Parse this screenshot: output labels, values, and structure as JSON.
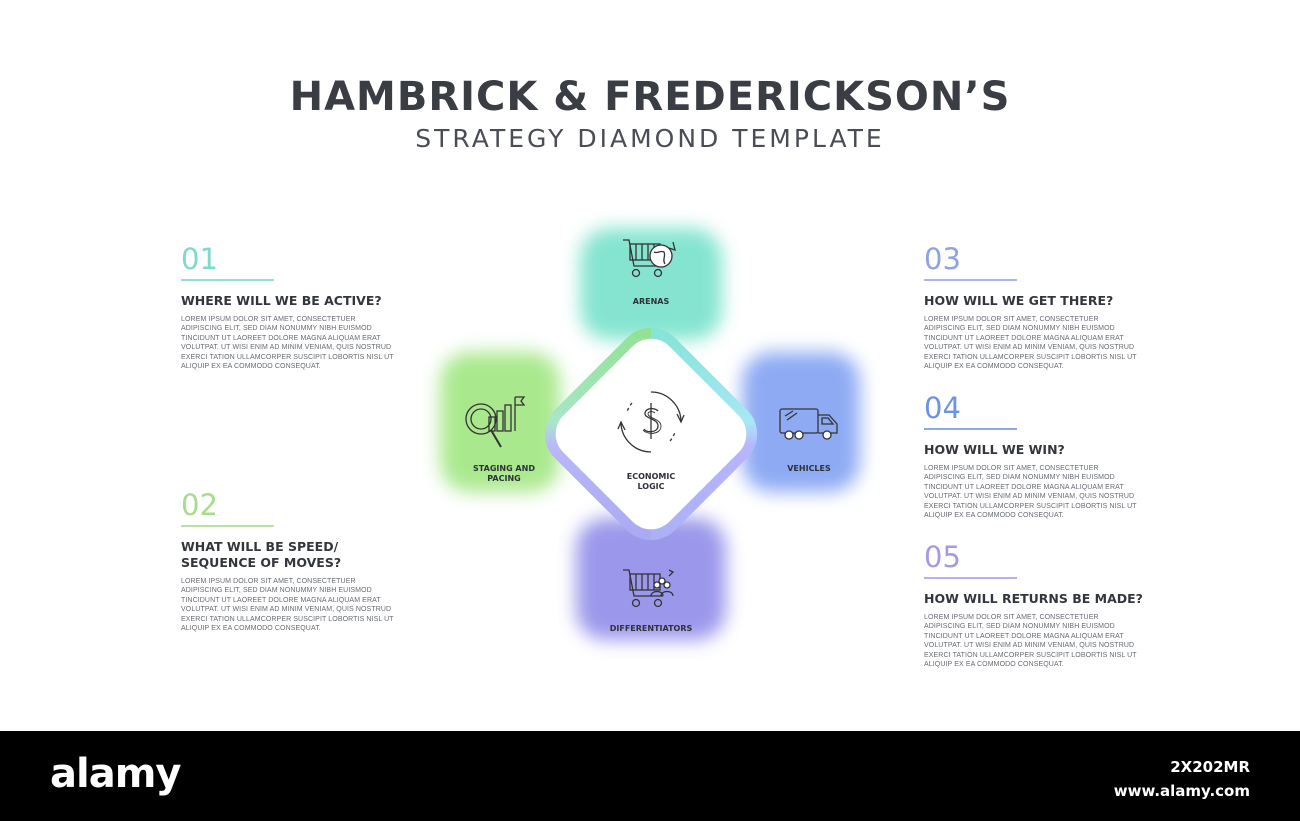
{
  "header": {
    "title": "HAMBRICK & FREDERICKSON’S",
    "subtitle": "STRATEGY DIAMOND TEMPLATE"
  },
  "items": [
    {
      "num": "01",
      "question": "WHERE WILL WE BE ACTIVE?",
      "color": "#7fd9cb",
      "body": "LOREM IPSUM DOLOR SIT AMET, CONSECTETUER ADIPISCING ELIT, SED DIAM NONUMMY NIBH EUISMOD TINCIDUNT UT LAOREET DOLORE MAGNA ALIQUAM ERAT VOLUTPAT. UT WISI ENIM AD MINIM VENIAM, QUIS NOSTRUD EXERCI TATION ULLAMCORPER SUSCIPIT LOBORTIS NISL UT ALIQUIP EX EA COMMODO CONSEQUAT."
    },
    {
      "num": "02",
      "question": "WHAT WILL BE SPEED/",
      "question2": "SEQUENCE OF MOVES?",
      "color": "#a6dc8c",
      "body": "LOREM IPSUM DOLOR SIT AMET, CONSECTETUER ADIPISCING ELIT, SED DIAM NONUMMY NIBH EUISMOD TINCIDUNT UT LAOREET DOLORE MAGNA ALIQUAM ERAT VOLUTPAT. UT WISI ENIM AD MINIM VENIAM, QUIS NOSTRUD EXERCI TATION ULLAMCORPER SUSCIPIT LOBORTIS NISL UT ALIQUIP EX EA COMMODO CONSEQUAT."
    },
    {
      "num": "03",
      "question": "HOW WILL WE GET THERE?",
      "color": "#8ea3e6",
      "body": "LOREM IPSUM DOLOR SIT AMET, CONSECTETUER ADIPISCING ELIT, SED DIAM NONUMMY NIBH EUISMOD TINCIDUNT UT LAOREET DOLORE MAGNA ALIQUAM ERAT VOLUTPAT. UT WISI ENIM AD MINIM VENIAM, QUIS NOSTRUD EXERCI TATION ULLAMCORPER SUSCIPIT LOBORTIS NISL UT ALIQUIP EX EA COMMODO CONSEQUAT."
    },
    {
      "num": "04",
      "question": "HOW WILL WE WIN?",
      "color": "#6f94de",
      "body": "LOREM IPSUM DOLOR SIT AMET, CONSECTETUER ADIPISCING ELIT, SED DIAM NONUMMY NIBH EUISMOD TINCIDUNT UT LAOREET DOLORE MAGNA ALIQUAM ERAT VOLUTPAT. UT WISI ENIM AD MINIM VENIAM, QUIS NOSTRUD EXERCI TATION ULLAMCORPER SUSCIPIT LOBORTIS NISL UT ALIQUIP EX EA COMMODO CONSEQUAT."
    },
    {
      "num": "05",
      "question": "HOW WILL RETURNS BE MADE?",
      "color": "#a59be4",
      "body": "LOREM IPSUM DOLOR SIT AMET, CONSECTETUER ADIPISCING ELIT, SED DIAM NONUMMY NIBH EUISMOD TINCIDUNT UT LAOREET DOLORE MAGNA ALIQUAM ERAT VOLUTPAT. UT WISI ENIM AD MINIM VENIAM, QUIS NOSTRUD EXERCI TATION ULLAMCORPER SUSCIPIT LOBORTIS NISL UT ALIQUIP EX EA COMMODO CONSEQUAT."
    }
  ],
  "diamond": {
    "center_line1": "ECONOMIC",
    "center_line2": "LOGIC",
    "arenas": "ARENAS",
    "staging_line1": "STAGING AND",
    "staging_line2": "PACING",
    "vehicles": "VEHICLES",
    "differentiators": "DIFFERENTIATORS",
    "icons": [
      "shopping-cart-globe-icon",
      "magnifier-growth-chart-icon",
      "delivery-truck-icon",
      "shopping-cart-people-icon",
      "dollar-cycle-icon"
    ],
    "colors": {
      "arenas": "#6fe0c8",
      "staging": "#9be57a",
      "vehicles": "#7a9cf2",
      "differentiators": "#8a86e8"
    }
  },
  "footer": {
    "logo": "alamy",
    "image_id": "2X202MR",
    "site": "www.alamy.com"
  }
}
